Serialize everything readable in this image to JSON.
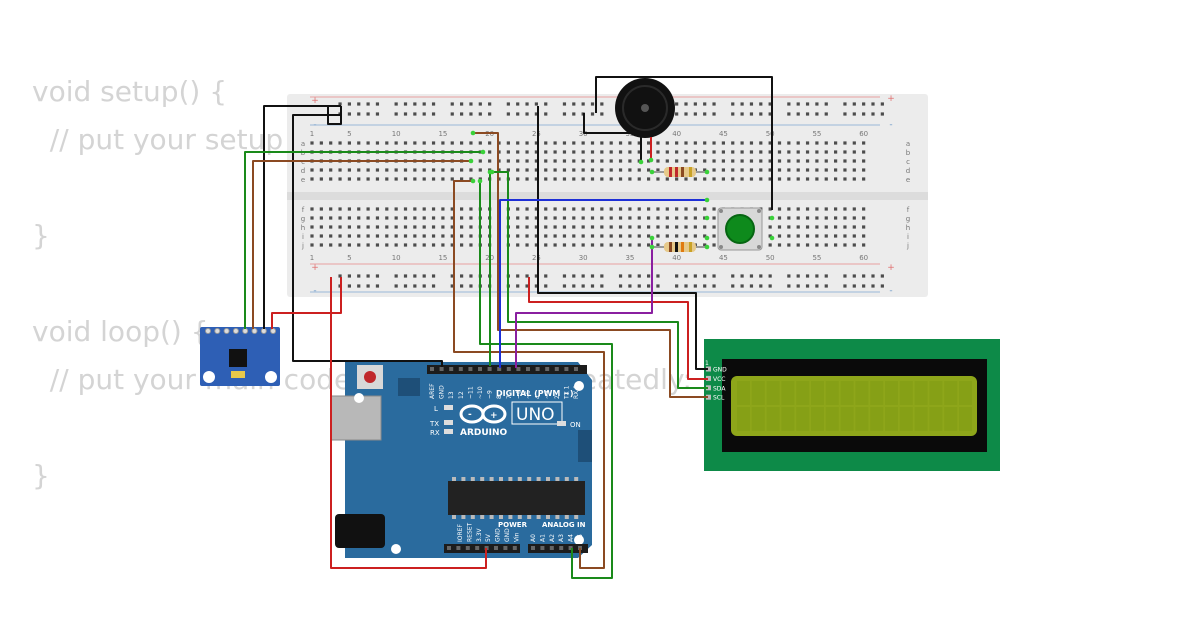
{
  "code_lines": [
    "void setup() {",
    "  // put your setup code here, to run once:",
    "",
    "}",
    "",
    "void loop() {",
    "  // put your main code here, to run repeatedly:",
    "",
    "}"
  ],
  "breadboard": {
    "col_labels": [
      "1",
      "5",
      "10",
      "15",
      "20",
      "25",
      "30",
      "35",
      "40",
      "45",
      "50",
      "55",
      "60"
    ],
    "row_labels_top": [
      "a",
      "b",
      "c",
      "d",
      "e"
    ],
    "row_labels_bottom": [
      "f",
      "g",
      "h",
      "i",
      "j"
    ],
    "plus": "+",
    "minus": "-"
  },
  "arduino": {
    "logo": "ARDUINO",
    "model": "UNO",
    "digital_label": "DIGITAL (PWM ~)",
    "power_label": "POWER",
    "analog_label": "ANALOG IN",
    "on_label": "ON",
    "l_label": "L",
    "tx_label": "TX",
    "rx_label": "RX",
    "digital_pins": [
      "AREF",
      "GND",
      "13",
      "12",
      "~11",
      "~10",
      "~9",
      "8",
      "7",
      "~6",
      "~5",
      "4",
      "~3",
      "2",
      "TX 1",
      "RX 0"
    ],
    "power_pins": [
      "IOREF",
      "RESET",
      "3.3V",
      "5V",
      "GND",
      "GND",
      "Vin"
    ],
    "analog_pins": [
      "A0",
      "A1",
      "A2",
      "A3",
      "A4",
      "A5"
    ]
  },
  "lcd": {
    "pin_labels": [
      "GND",
      "VCC",
      "SDA",
      "SCL"
    ],
    "pin1": "1"
  },
  "colors": {
    "board_blue": "#2a6b9e",
    "lcd_green": "#0d8a48",
    "lcd_screen": "#8ea61a",
    "imu_blue": "#2e5fb5",
    "wire_red": "#cc2020",
    "wire_black": "#111111",
    "wire_green": "#1a8a1a",
    "wire_brown": "#8b4a22",
    "wire_blue": "#1d2fd6",
    "wire_purple": "#8a1fa0",
    "code_text": "#d4d4d4"
  }
}
